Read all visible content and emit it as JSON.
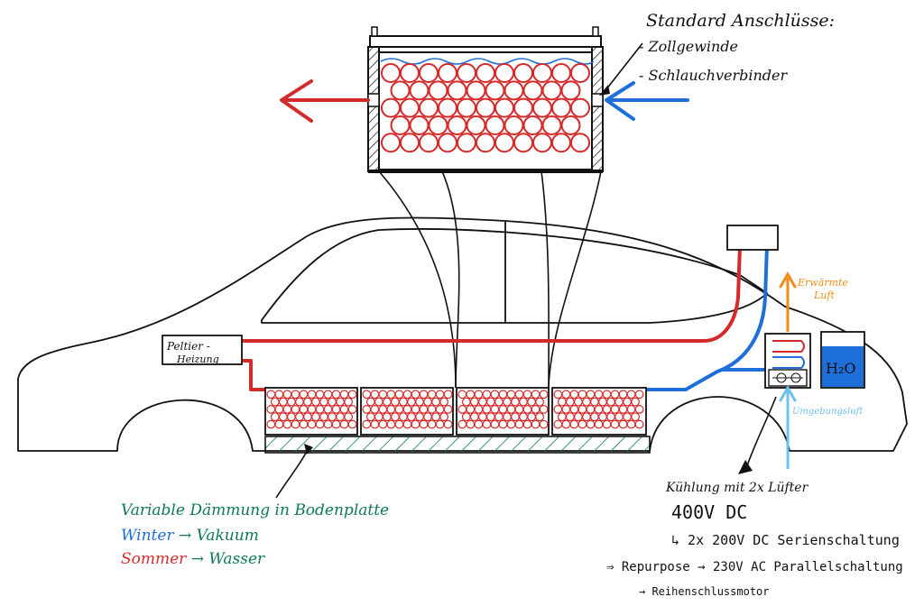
{
  "colors": {
    "hot": "#d42a2a",
    "cold": "#1e6fd9",
    "warm_air": "#f08c1a",
    "ambient_air": "#6cc1ee",
    "insulation": "#0e7a4e",
    "line": "#111111"
  },
  "battery_detail": {
    "connectors_title": "Standard Anschlüsse:",
    "connector_1": "- Zollgewinde",
    "connector_2": "- Schlauchverbinder"
  },
  "car": {
    "heater_label_line1": "Peltier -",
    "heater_label_line2": "Heizung",
    "water_tank_label": "H₂O",
    "warm_air_line1": "Erwärmte",
    "warm_air_line2": "Luft",
    "ambient_air_label": "Umgebungsluft"
  },
  "notes": {
    "cooling": "Kühlung mit 2x Lüfter",
    "voltage": "400V DC",
    "series": "↳ 2x 200V DC Serienschaltung",
    "repurpose": "⇒ Repurpose → 230V AC Parallelschaltung",
    "motor": "→ Reihenschlussmotor"
  },
  "insulation_note": {
    "title": "Variable Dämmung in Bodenplatte",
    "winter_season": "Winter",
    "winter_arrow": "→",
    "winter_value": "Vakuum",
    "summer_season": "Sommer",
    "summer_arrow": "→",
    "summer_value": "Wasser"
  }
}
